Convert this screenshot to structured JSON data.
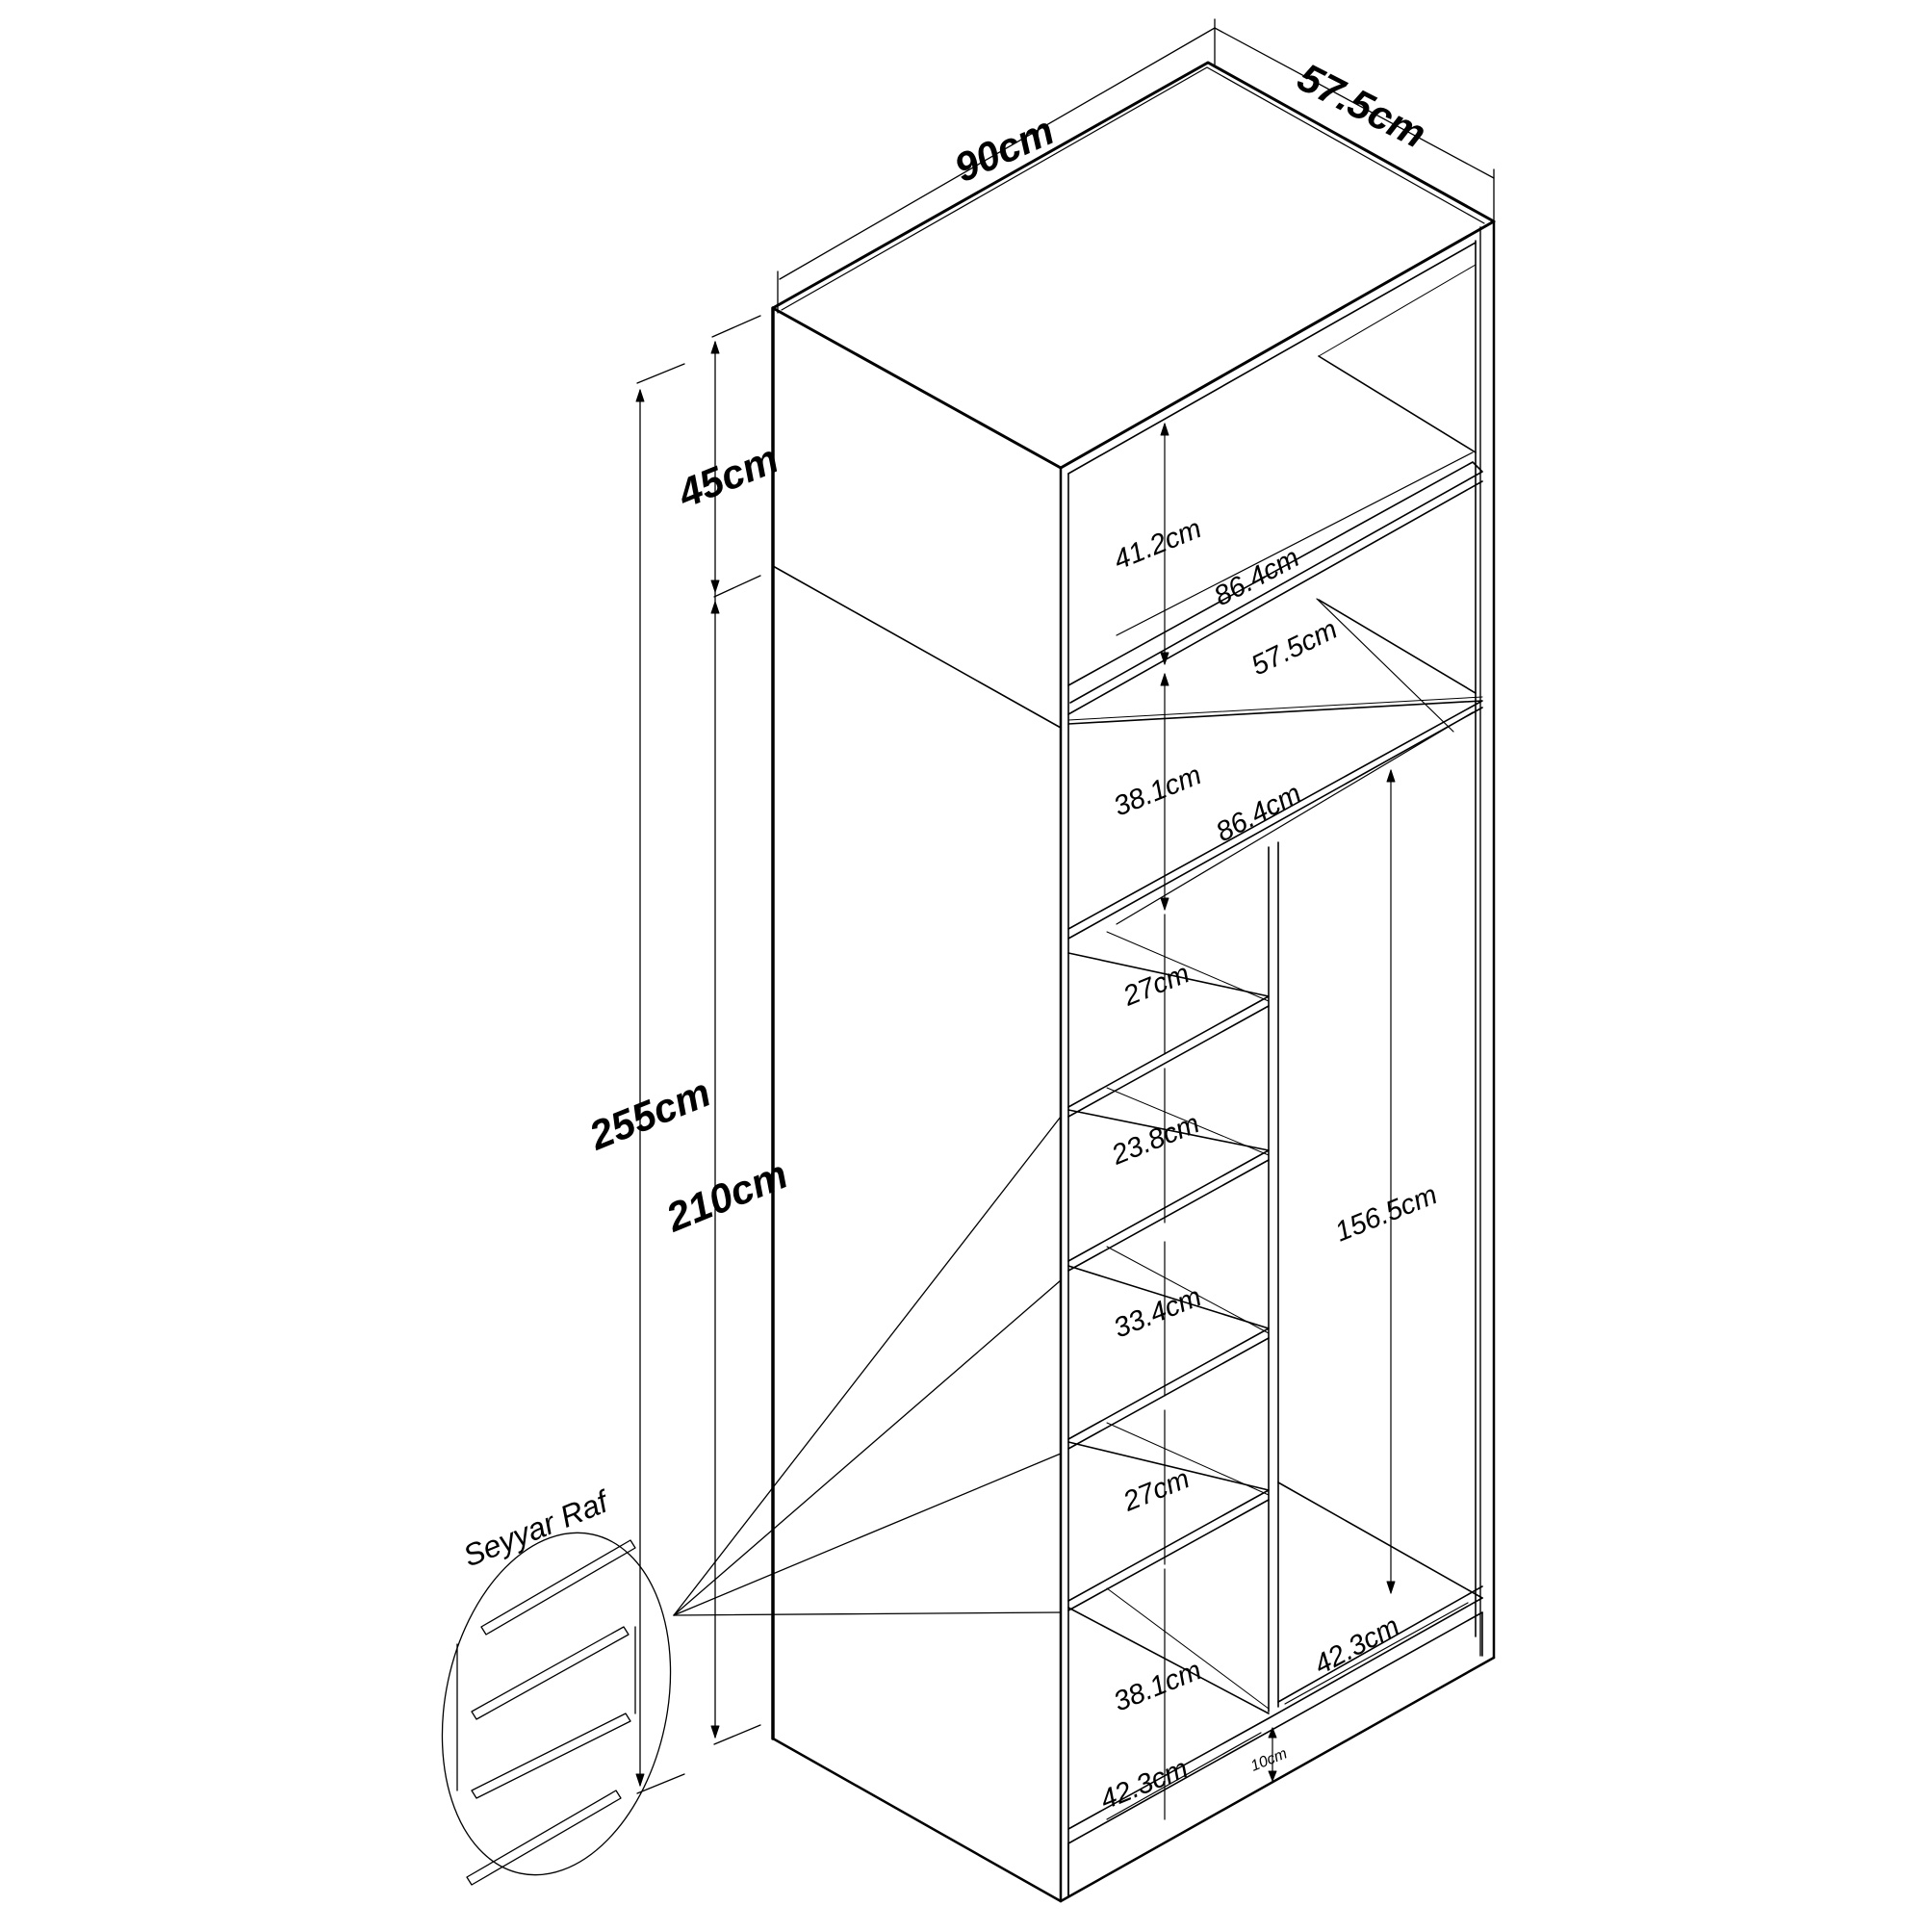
{
  "diagram": {
    "overall": {
      "width": "90cm",
      "depth": "57.5cm",
      "total_height": "255cm",
      "top_module_height": "45cm",
      "body_height": "210cm"
    },
    "top_module": {
      "inner_height": "41.2cm",
      "inner_width": "86.4cm"
    },
    "upper_shelf": {
      "depth": "57.5cm",
      "height": "38.1cm",
      "width": "86.4cm"
    },
    "left_shelves": [
      "27cm",
      "23.8cm",
      "33.4cm",
      "27cm",
      "38.1cm"
    ],
    "left_bottom_width": "42.3cm",
    "plinth_height": "10cm",
    "hanging_height": "156.5cm",
    "right_bottom_width": "42.3cm",
    "movable_shelf_label": "Seyyar Raf",
    "colors": {
      "line": "#000000",
      "background": "#ffffff"
    }
  }
}
